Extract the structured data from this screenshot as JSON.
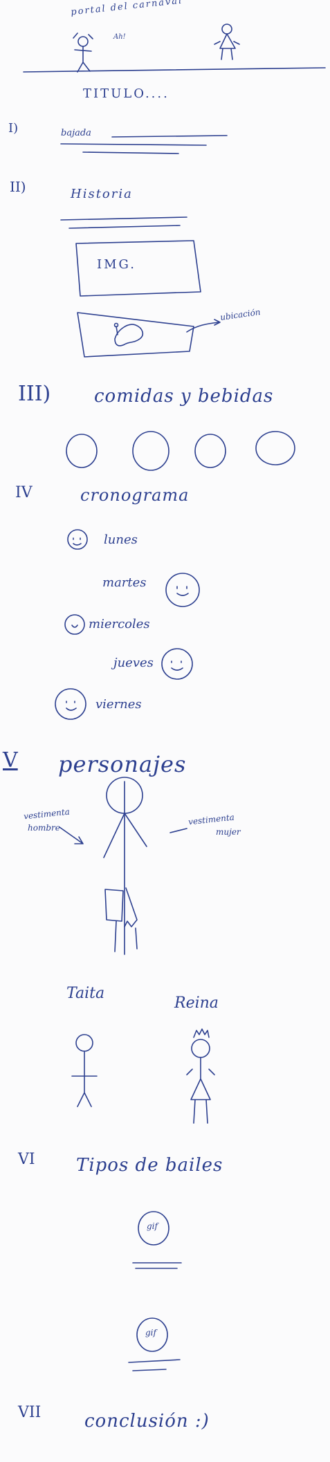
{
  "header": {
    "title": "portal del carnaval",
    "mark": "Ah!"
  },
  "title_placeholder": "TITULO....",
  "sections": {
    "s1": {
      "numeral": "I)",
      "label": "bajada"
    },
    "s2": {
      "numeral": "II)",
      "label": "Historia",
      "image_box": "IMG.",
      "map_note": "ubicación"
    },
    "s3": {
      "numeral": "III)",
      "label": "comidas y bebidas"
    },
    "s4": {
      "numeral": "IV",
      "label": "cronograma",
      "days": [
        "lunes",
        "martes",
        "miercoles",
        "jueves",
        "viernes"
      ]
    },
    "s5": {
      "numeral": "V",
      "label": "personajes",
      "left_note_1": "vestimenta",
      "left_note_2": "hombre",
      "right_note_1": "vestimenta",
      "right_note_2": "mujer",
      "char_1": "Taita",
      "char_2": "Reina"
    },
    "s6": {
      "numeral": "VI",
      "label": "Tipos de bailes",
      "gif_1": "gif",
      "gif_2": "gif"
    },
    "s7": {
      "numeral": "VII",
      "label": "conclusión :)"
    }
  }
}
